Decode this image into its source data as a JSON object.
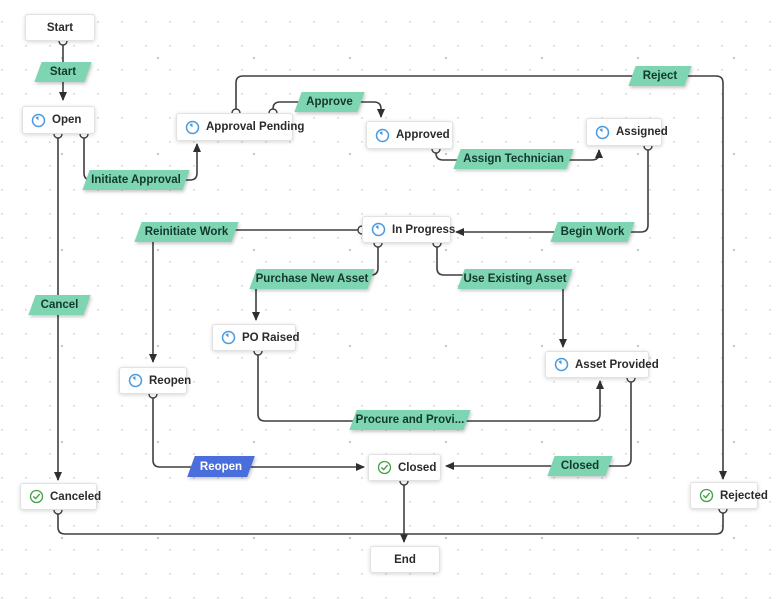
{
  "colors": {
    "transition_green": "#7ed5b2",
    "transition_green_text": "#14382e",
    "transition_blue": "#4a6edb",
    "transition_blue_text": "#ffffff",
    "edge_stroke": "#3f3f3f",
    "node_background": "#ffffff",
    "node_border": "#e2e2e2",
    "in_progress_icon_blue": "#4a9be0",
    "closed_icon_green": "#43a047",
    "grid_dot": "#d6d6d6"
  },
  "nodes": [
    {
      "id": "start",
      "label": "Start",
      "icon": "none"
    },
    {
      "id": "open",
      "label": "Open",
      "icon": "clock"
    },
    {
      "id": "approval-pending",
      "label": "Approval Pending",
      "icon": "clock"
    },
    {
      "id": "approved",
      "label": "Approved",
      "icon": "clock"
    },
    {
      "id": "assigned",
      "label": "Assigned",
      "icon": "clock"
    },
    {
      "id": "in-progress",
      "label": "In Progress",
      "icon": "clock"
    },
    {
      "id": "po-raised",
      "label": "PO Raised",
      "icon": "clock"
    },
    {
      "id": "asset-provided",
      "label": "Asset Provided",
      "icon": "clock"
    },
    {
      "id": "reopen",
      "label": "Reopen",
      "icon": "clock"
    },
    {
      "id": "closed",
      "label": "Closed",
      "icon": "check"
    },
    {
      "id": "canceled",
      "label": "Canceled",
      "icon": "check"
    },
    {
      "id": "rejected",
      "label": "Rejected",
      "icon": "check"
    },
    {
      "id": "end",
      "label": "End",
      "icon": "none"
    }
  ],
  "transitions": [
    {
      "id": "start",
      "label": "Start",
      "color": "green"
    },
    {
      "id": "initiate-approval",
      "label": "Initiate Approval",
      "color": "green"
    },
    {
      "id": "approve",
      "label": "Approve",
      "color": "green"
    },
    {
      "id": "assign-technician",
      "label": "Assign Technician",
      "color": "green"
    },
    {
      "id": "reject",
      "label": "Reject",
      "color": "green"
    },
    {
      "id": "begin-work",
      "label": "Begin Work",
      "color": "green"
    },
    {
      "id": "reinitiate-work",
      "label": "Reinitiate Work",
      "color": "green"
    },
    {
      "id": "purchase-new-asset",
      "label": "Purchase New Asset",
      "color": "green"
    },
    {
      "id": "use-existing-asset",
      "label": "Use Existing Asset",
      "color": "green"
    },
    {
      "id": "procure-and-provide",
      "label": "Procure and Provi...",
      "color": "green"
    },
    {
      "id": "reopen",
      "label": "Reopen",
      "color": "blue"
    },
    {
      "id": "closed",
      "label": "Closed",
      "color": "green"
    },
    {
      "id": "cancel",
      "label": "Cancel",
      "color": "green"
    }
  ],
  "edges": [
    {
      "from": "Start",
      "to": "Open",
      "label": "Start"
    },
    {
      "from": "Open",
      "to": "Approval Pending",
      "label": "Initiate Approval"
    },
    {
      "from": "Open",
      "to": "Canceled",
      "label": "Cancel"
    },
    {
      "from": "Approval Pending",
      "to": "Approved",
      "label": "Approve"
    },
    {
      "from": "Approval Pending",
      "to": "Rejected",
      "label": "Reject"
    },
    {
      "from": "Approved",
      "to": "Assigned",
      "label": "Assign Technician"
    },
    {
      "from": "Assigned",
      "to": "In Progress",
      "label": "Begin Work"
    },
    {
      "from": "In Progress",
      "to": "Reopen",
      "label": "Reinitiate Work"
    },
    {
      "from": "In Progress",
      "to": "PO Raised",
      "label": "Purchase New Asset"
    },
    {
      "from": "In Progress",
      "to": "Asset Provided",
      "label": "Use Existing Asset"
    },
    {
      "from": "PO Raised",
      "to": "Asset Provided",
      "label": "Procure and Provi..."
    },
    {
      "from": "Asset Provided",
      "to": "Closed",
      "label": "Closed"
    },
    {
      "from": "Reopen",
      "to": "Closed",
      "label": "Reopen"
    },
    {
      "from": "Closed",
      "to": "End",
      "label": ""
    },
    {
      "from": "Canceled",
      "to": "End",
      "label": ""
    },
    {
      "from": "Rejected",
      "to": "End",
      "label": ""
    }
  ]
}
